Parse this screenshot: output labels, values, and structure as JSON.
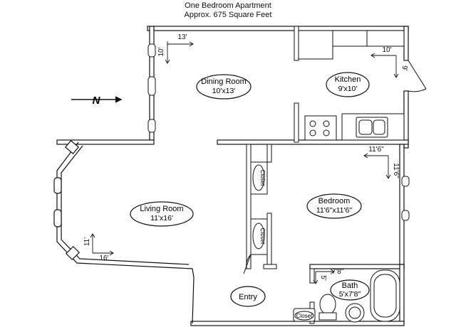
{
  "header": {
    "title": "One Bedroom Apartment",
    "subtitle": "Approx. 675 Square Feet"
  },
  "compass": {
    "label": "N"
  },
  "rooms": {
    "dining": {
      "name": "Dining Room",
      "dims": "10'x13'"
    },
    "kitchen": {
      "name": "Kitchen",
      "dims": "9'x10'"
    },
    "living": {
      "name": "Living Room",
      "dims": "11'x16'"
    },
    "bedroom": {
      "name": "Bedroom",
      "dims": "11'6\"x11'6\""
    },
    "bath": {
      "name": "Bath",
      "dims": "5'x7'8\""
    },
    "entry": {
      "name": "Entry"
    }
  },
  "closets": {
    "upper": "Closet",
    "lower": "Closet",
    "small": "Closet"
  },
  "dimensions": {
    "dining_w": "13'",
    "dining_h": "10'",
    "kitchen_w": "10'",
    "kitchen_h": "9'",
    "bedroom_w": "11'6\"",
    "bedroom_h": "11'6\"",
    "living_w": "16'",
    "living_h": "11'",
    "bath_w": "7'8\"",
    "bath_h": "5'"
  }
}
